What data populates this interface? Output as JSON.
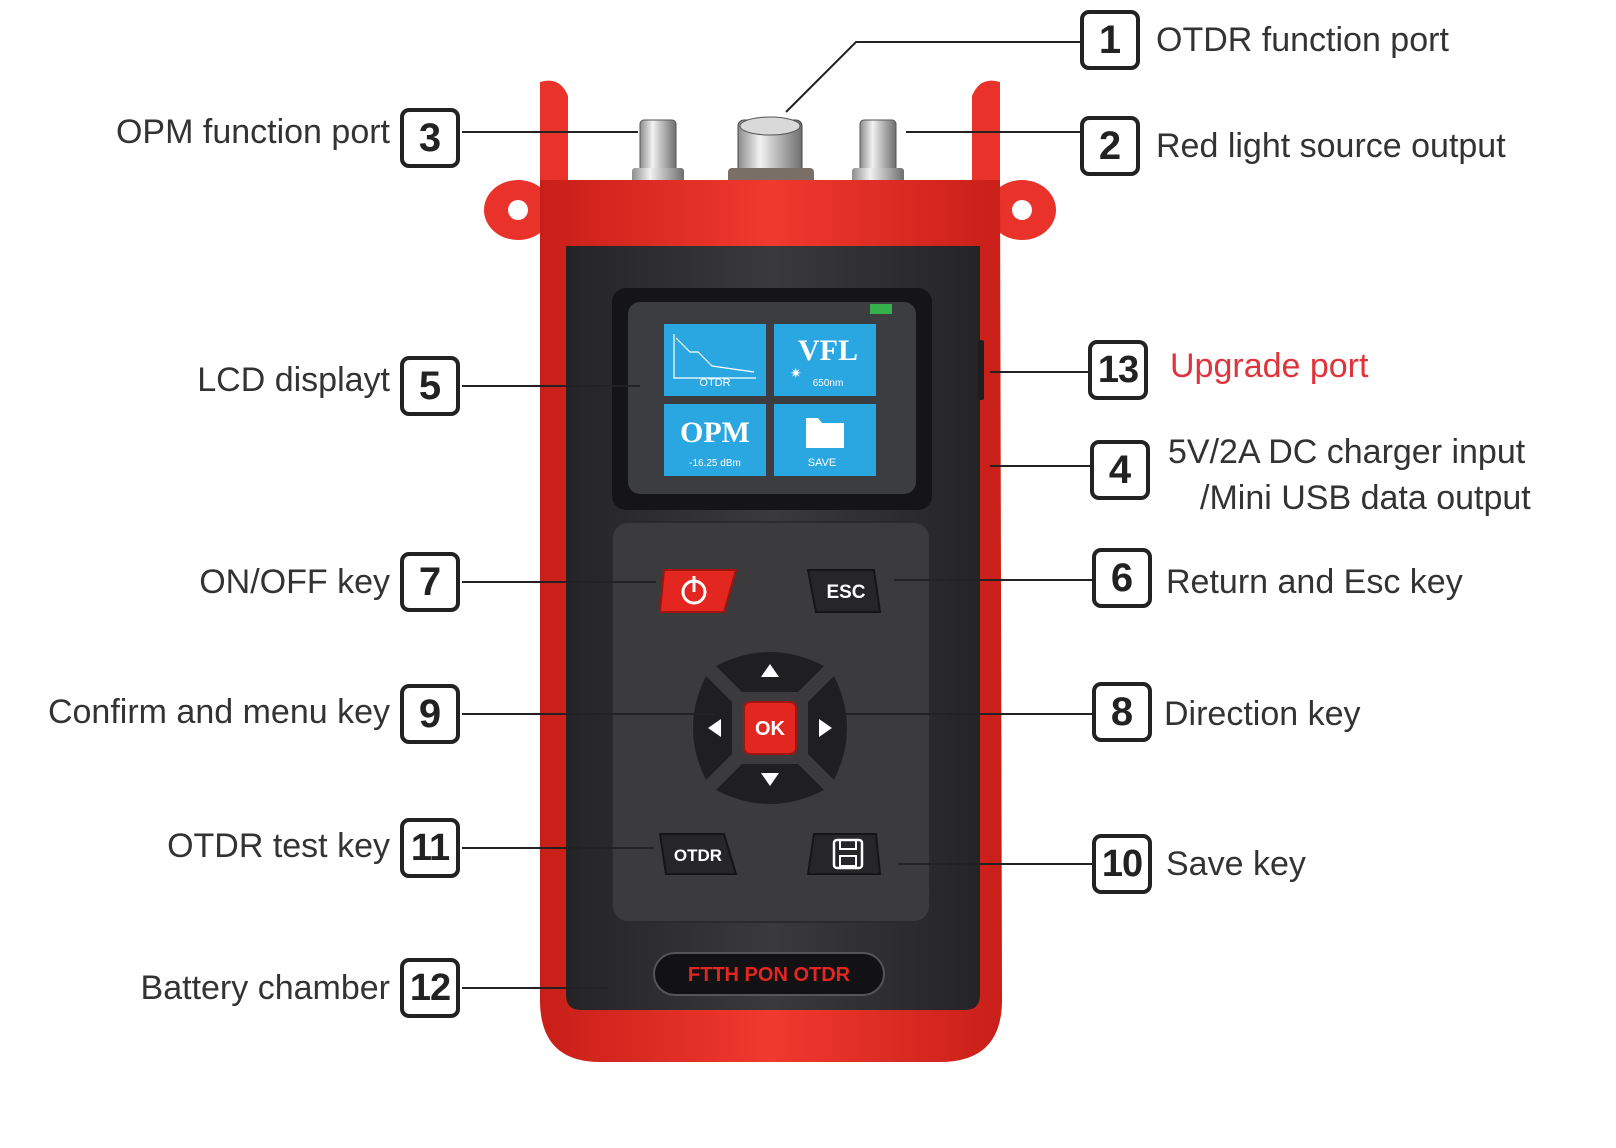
{
  "device": {
    "name_plate": "FTTH PON OTDR",
    "screen": {
      "tiles": [
        {
          "title": "",
          "caption": "OTDR"
        },
        {
          "title": "VFL",
          "caption": "650nm"
        },
        {
          "title": "OPM",
          "caption": "-16.25 dBm"
        },
        {
          "title": "",
          "caption": "SAVE"
        }
      ]
    },
    "keys": {
      "power_icon": "power-icon",
      "esc": "ESC",
      "ok": "OK",
      "otdr": "OTDR",
      "save_icon": "floppy-disk-icon"
    }
  },
  "callouts": {
    "c1": {
      "number": "1",
      "label": "OTDR function port"
    },
    "c2": {
      "number": "2",
      "label": "Red light source output"
    },
    "c3": {
      "number": "3",
      "label": "OPM function port"
    },
    "c4": {
      "number": "4",
      "label_line1": "5V/2A DC charger input",
      "label_line2": "/Mini USB data output"
    },
    "c5": {
      "number": "5",
      "label": "LCD displayt"
    },
    "c6": {
      "number": "6",
      "label": "Return and Esc key"
    },
    "c7": {
      "number": "7",
      "label": "ON/OFF key"
    },
    "c8": {
      "number": "8",
      "label": "Direction key"
    },
    "c9": {
      "number": "9",
      "label": "Confirm and menu key"
    },
    "c10": {
      "number": "10",
      "label": "Save key"
    },
    "c11": {
      "number": "11",
      "label": "OTDR test key"
    },
    "c12": {
      "number": "12",
      "label": "Battery chamber"
    },
    "c13": {
      "number": "13",
      "label": "Upgrade port"
    }
  },
  "colors": {
    "housing_red": "#e8322a",
    "body_dark": "#2e2e30",
    "screen_blue": "#2aa7e0",
    "upgrade_label": "#e0343c"
  }
}
